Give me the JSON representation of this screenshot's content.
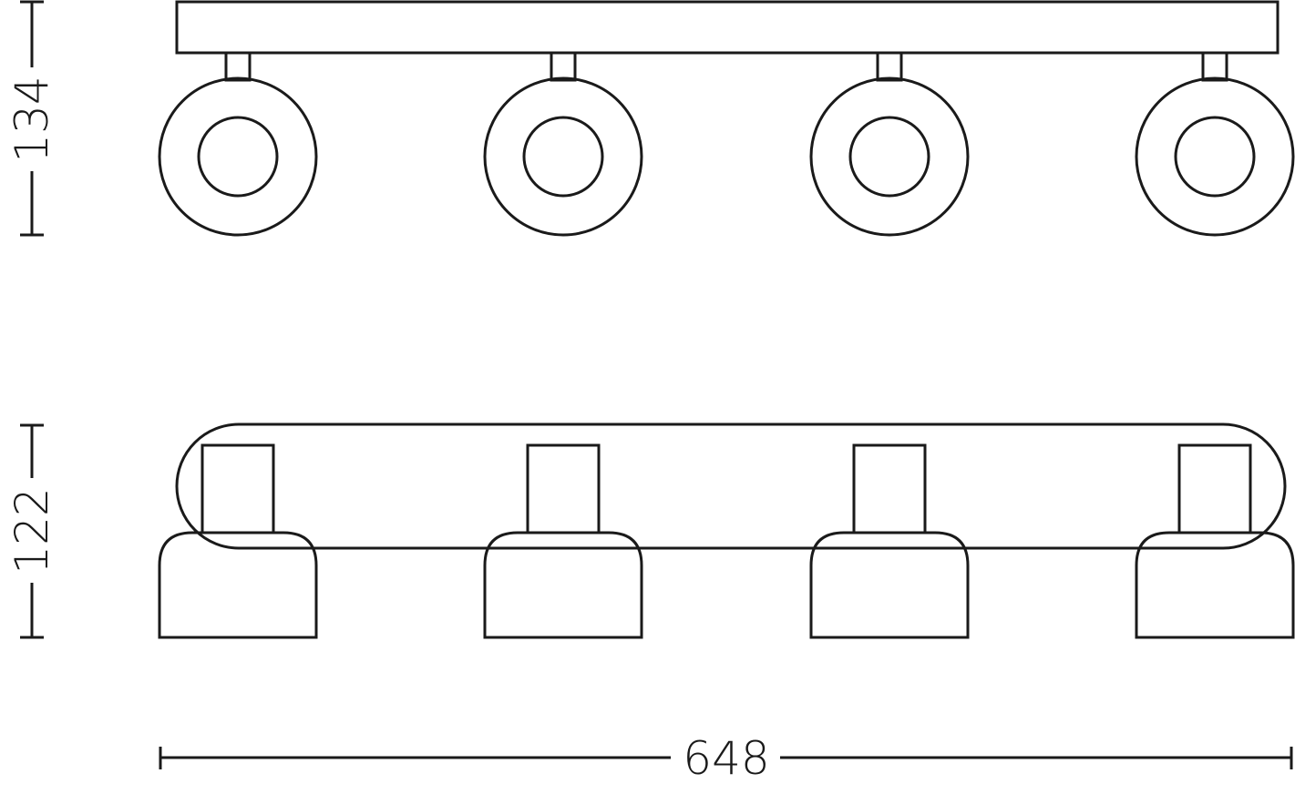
{
  "dimensions": {
    "height_top_view": "134",
    "height_side_view": "122",
    "width": "648"
  },
  "spotlight_count": 4,
  "line_color": "#1a1a1a"
}
